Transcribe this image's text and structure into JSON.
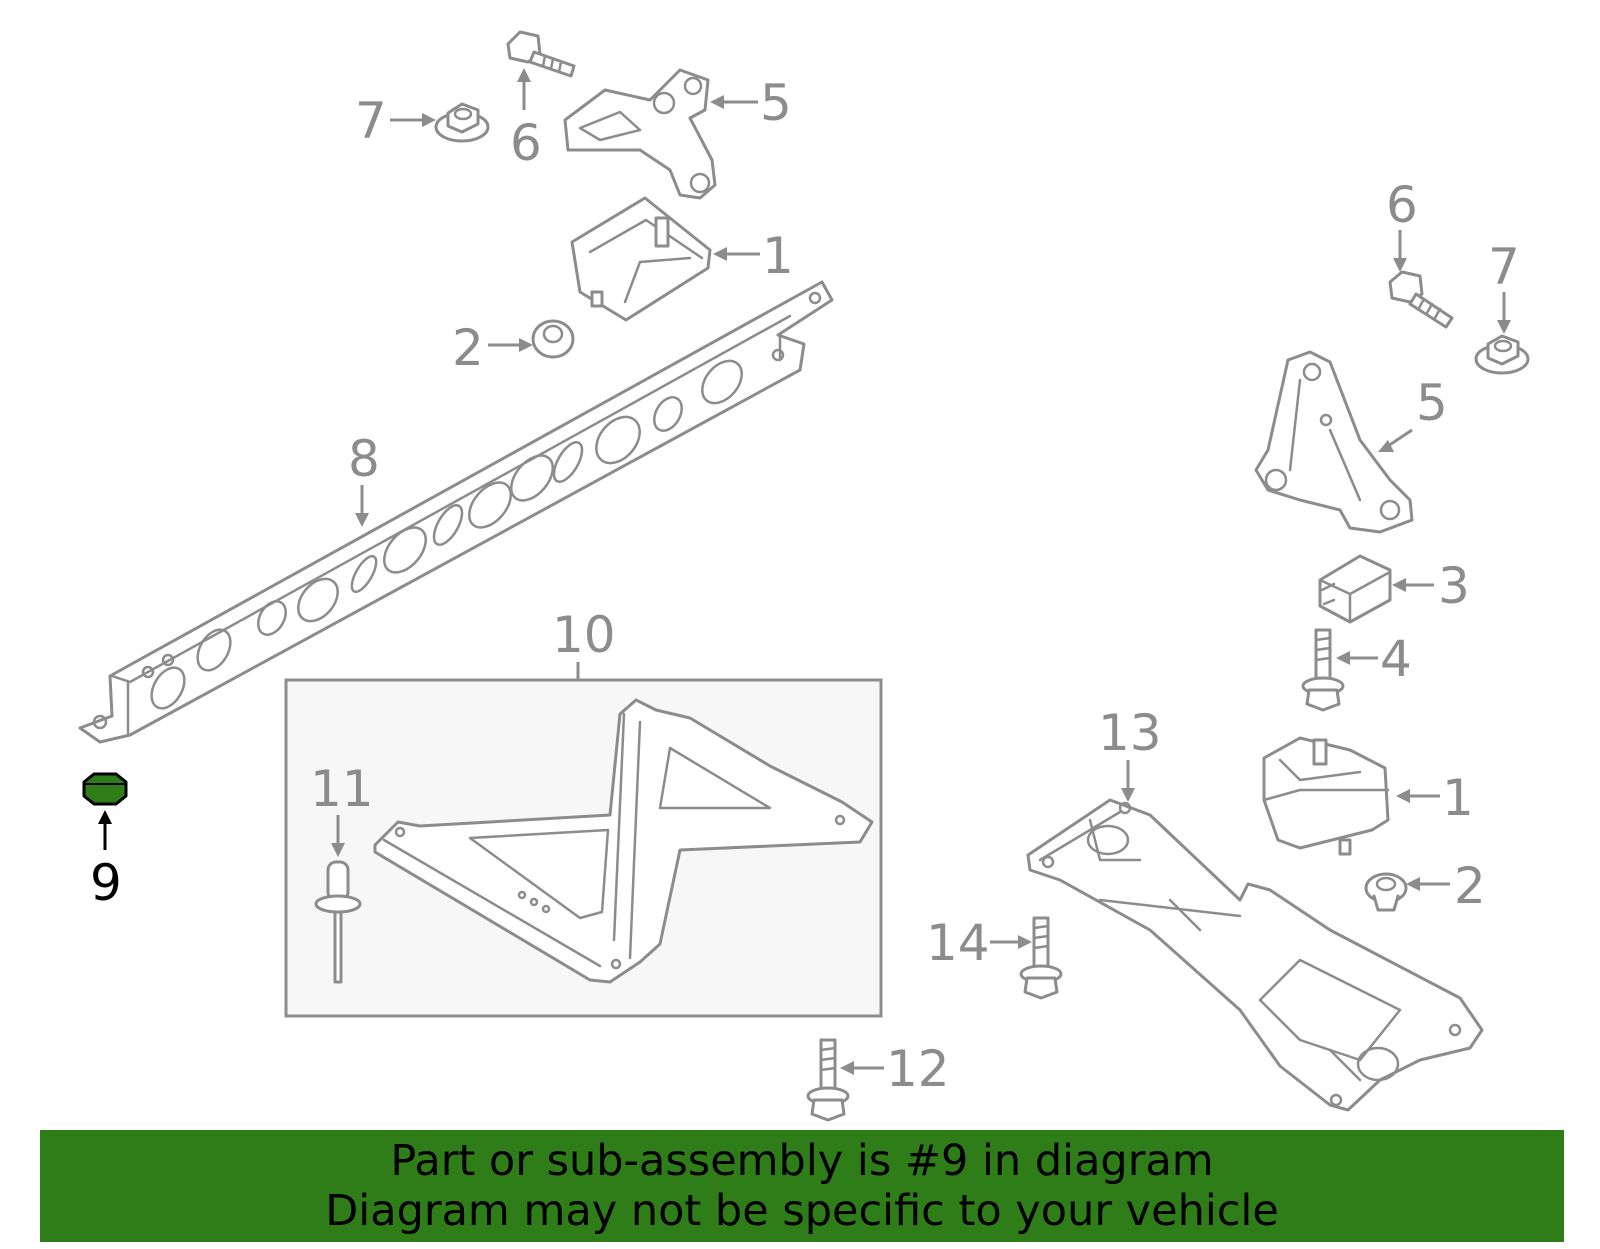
{
  "callouts": {
    "c1a": "1",
    "c1b": "1",
    "c2a": "2",
    "c2b": "2",
    "c3": "3",
    "c4": "4",
    "c5a": "5",
    "c5b": "5",
    "c6a": "6",
    "c6b": "6",
    "c7a": "7",
    "c7b": "7",
    "c8": "8",
    "c9": "9",
    "c10": "10",
    "c11": "11",
    "c12": "12",
    "c13": "13",
    "c14": "14"
  },
  "highlight": {
    "part_number": "9",
    "color": "#2e7d18"
  },
  "banner": {
    "line1": "Part or sub-assembly is #9 in diagram",
    "line2": "Diagram may not be specific to your vehicle",
    "background": "#2e7d18"
  }
}
